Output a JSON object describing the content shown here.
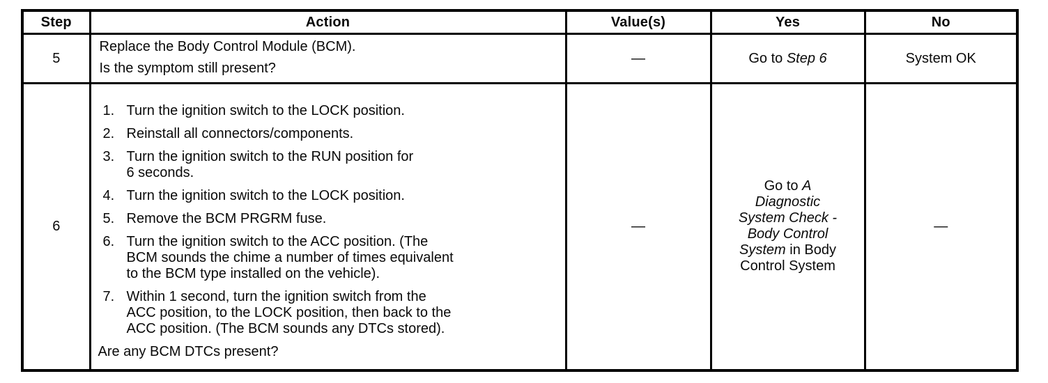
{
  "table": {
    "headers": {
      "step": "Step",
      "action": "Action",
      "values": "Value(s)",
      "yes": "Yes",
      "no": "No"
    },
    "row5": {
      "step": "5",
      "action_lines": [
        "Replace the Body Control Module (BCM).",
        "Is the symptom still present?"
      ],
      "values": "—",
      "yes_rich": [
        [
          {
            "t": "Go to ",
            "i": false
          },
          {
            "t": "Step 6",
            "i": true
          }
        ]
      ],
      "no": "System OK"
    },
    "row6": {
      "step": "6",
      "steps": [
        {
          "num": "1.",
          "lines": [
            "Turn the ignition switch to the LOCK position."
          ]
        },
        {
          "num": "2.",
          "lines": [
            "Reinstall all connectors/components."
          ]
        },
        {
          "num": "3.",
          "lines": [
            "Turn the ignition switch to the RUN position for",
            "6 seconds."
          ]
        },
        {
          "num": "4.",
          "lines": [
            "Turn the ignition switch to the LOCK position."
          ]
        },
        {
          "num": "5.",
          "lines": [
            "Remove the BCM PRGRM fuse."
          ]
        },
        {
          "num": "6.",
          "lines": [
            "Turn the ignition switch to the ACC position. (The",
            "BCM sounds the chime a number of times equivalent",
            "to the BCM type installed on the vehicle)."
          ]
        },
        {
          "num": "7.",
          "lines": [
            "Within 1 second, turn the ignition switch from the",
            "ACC position, to the LOCK position, then back to the",
            "ACC position. (The BCM sounds any DTCs stored)."
          ]
        }
      ],
      "question": "Are any BCM DTCs present?",
      "values": "—",
      "yes_rich": [
        [
          {
            "t": "Go to ",
            "i": false
          },
          {
            "t": "A",
            "i": true
          }
        ],
        [
          {
            "t": "Diagnostic",
            "i": true
          }
        ],
        [
          {
            "t": "System Check -",
            "i": true
          }
        ],
        [
          {
            "t": "Body Control",
            "i": true
          }
        ],
        [
          {
            "t": "System",
            "i": true
          },
          {
            "t": " in Body",
            "i": false
          }
        ],
        [
          {
            "t": "Control System",
            "i": false
          }
        ]
      ],
      "no": "—"
    }
  }
}
